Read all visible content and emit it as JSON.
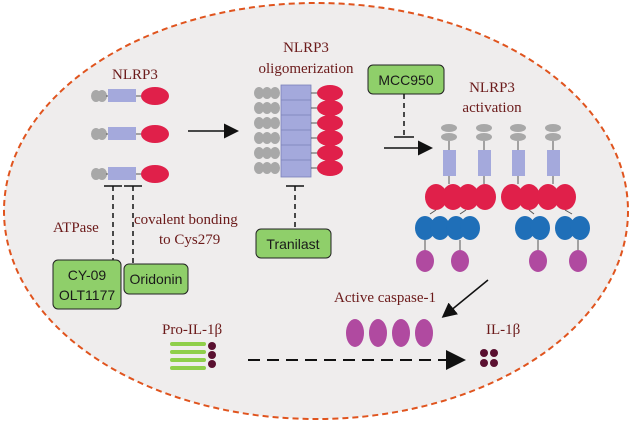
{
  "labels": {
    "nlrp3": "NLRP3",
    "oligomerization_line1": "NLRP3",
    "oligomerization_line2": "oligomerization",
    "activation_line1": "NLRP3",
    "activation_line2": "activation",
    "atpase": "ATPase",
    "covalent_line1": "covalent bonding",
    "covalent_line2": "to Cys279",
    "active_caspase": "Active caspase-1",
    "pro_il1b": "Pro-IL-1β",
    "il1b": "IL-1β"
  },
  "inhibitors": {
    "mcc950": "MCC950",
    "tranilast": "Tranilast",
    "cy09_line1": "CY-09",
    "cy09_line2": "OLT1177",
    "oridonin": "Oridonin"
  },
  "colors": {
    "background": "#efeded",
    "border": "#e0541e",
    "label_text": "#6b1a1a",
    "inhibitor_box": "#8fcf6a",
    "nacht_domain": "#a4a9dc",
    "lrr_domain": "#e0204a",
    "pyd_domain": "#a8a8a8",
    "asc_card": "#1f6fb8",
    "caspase": "#b04aa0",
    "il1b_dot": "#5a1030",
    "pro_il1b_bar": "#8fcf4a"
  }
}
